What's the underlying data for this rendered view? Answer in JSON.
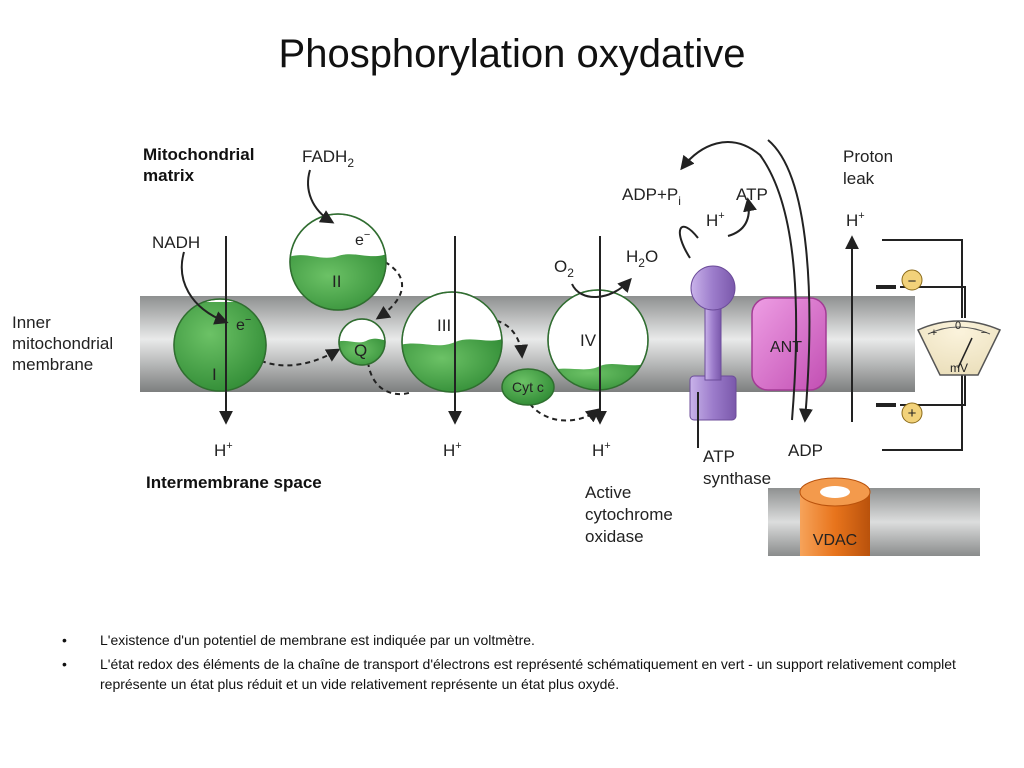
{
  "slide": {
    "title": "Phosphorylation oxydative"
  },
  "figure": {
    "labels": {
      "matrix_line1": "Mitochondrial",
      "matrix_line2": "matrix",
      "fadh2_main": "FADH",
      "fadh2_sub": "2",
      "nadh": "NADH",
      "electron": "e",
      "inner_line1": "Inner",
      "inner_line2": "mitochondrial",
      "inner_line3": "membrane",
      "complex_1": "I",
      "complex_2": "II",
      "complex_3": "III",
      "complex_4": "IV",
      "q": "Q",
      "cytc": "Cyt c",
      "o2_main": "O",
      "o2_sub": "2",
      "h2o_h": "H",
      "h2o_sub": "2",
      "h2o_o": "O",
      "proton": "H",
      "plus": "+",
      "adp_pi_main": "ADP+P",
      "adp_pi_sub": "i",
      "atp": "ATP",
      "proton_leak_line1": "Proton",
      "proton_leak_line2": "leak",
      "ant": "ANT",
      "adp": "ADP",
      "atp_synthase_line1": "ATP",
      "atp_synthase_line2": "synthase",
      "intermembrane": "Intermembrane space",
      "active_line1": "Active",
      "active_line2": "cytochrome",
      "active_line3": "oxidase",
      "vdac": "VDAC",
      "meter_unit": "mV",
      "meter_zero": "0",
      "meter_minus": "−",
      "meter_plus": "+",
      "electrode_minus": "−",
      "electrode_plus": "+"
    },
    "colors": {
      "membrane": "#a9abab",
      "complex_green": "#3a9a3c",
      "ant_fill": "#d66fc8",
      "atp_synthase": "#a07fcf",
      "vdac": "#e8741c",
      "electrode_badge": "#f2d27a"
    }
  },
  "bullets": [
    {
      "marker": "•",
      "text": "L'existence d'un potentiel de membrane est indiquée par un voltmètre."
    },
    {
      "marker": "•",
      "text": "L'état redox des éléments de la chaîne de transport d'électrons est représenté schématiquement en vert - un support relativement complet représente un état plus réduit et un vide relativement représente un état plus oxydé."
    }
  ]
}
